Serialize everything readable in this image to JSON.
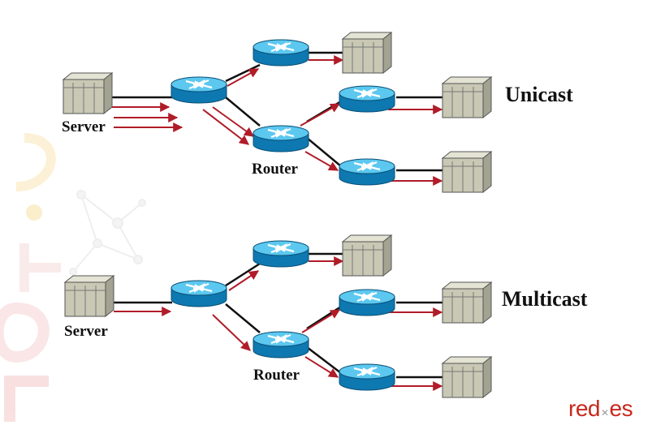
{
  "labels": {
    "server": "Server",
    "router": "Router",
    "unicast": "Unicast",
    "multicast": "Multicast"
  },
  "logo": {
    "text_left": "red",
    "text_right": "es"
  },
  "colors": {
    "router_fill": "#1aa0d8",
    "router_top": "#5cc8f0",
    "host_fill": "#c8c8b4",
    "link_black": "#111111",
    "flow_red": "#b01c28",
    "watermark": "#f4c8c8",
    "logo_red": "#c8281e"
  },
  "icons": [
    "router-icon",
    "server-icon",
    "host-icon",
    "flow-arrow-icon",
    "network-watermark"
  ]
}
